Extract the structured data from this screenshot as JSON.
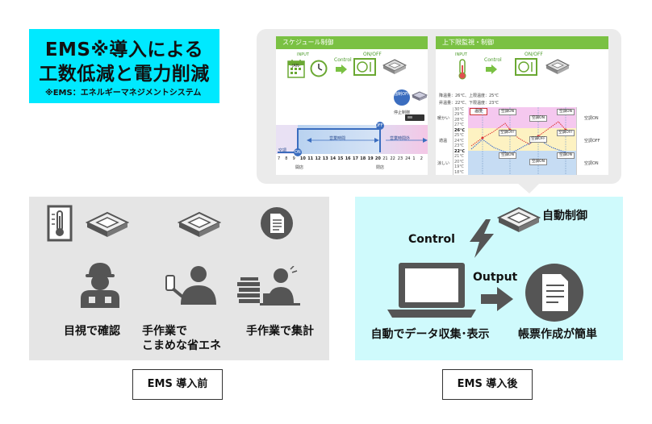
{
  "title": {
    "line1": "EMS※導入による",
    "line2": "工数低減と電力削減",
    "note": "※EMS：エネルギーマネジメントシステム"
  },
  "dashboard": {
    "schedule_panel": {
      "title": "スケジュール制御",
      "input_label": "INPUT",
      "calendar_text": "-JAN-",
      "control_label": "Control",
      "onoff_label": "ON/OFF",
      "forced_off": "強制OFF",
      "stop_control": "停止制御",
      "on_marker": "ON",
      "off_marker": "OFF",
      "ac_label": "空調",
      "business_hours": "営業時間",
      "outside_hours": "営業時間外",
      "hours": [
        "7",
        "8",
        "9",
        "10",
        "11",
        "12",
        "13",
        "14",
        "15",
        "16",
        "17",
        "18",
        "19",
        "20",
        "21",
        "22",
        "23",
        "24",
        "1",
        "2"
      ],
      "open_label": "開店",
      "close_label": "閉店"
    },
    "limit_panel": {
      "title": "上下限監視・制御",
      "input_label": "INPUT",
      "control_label": "Control",
      "onoff_label": "ON/OFF",
      "cond_upper": "降温量：26℃、上限温度：25℃",
      "cond_lower": "昇温量：22℃、下限温度：23℃",
      "temp_badge": "温度",
      "zones": [
        "暖かい",
        "適温",
        "涼しい"
      ],
      "zone_actions": [
        "空調ON",
        "空調OFF",
        "空調ON"
      ],
      "temps": [
        "30℃",
        "29℃",
        "28℃",
        "27℃",
        "26℃",
        "25℃",
        "24℃",
        "23℃",
        "22℃",
        "21℃",
        "20℃",
        "19℃",
        "18℃"
      ],
      "cell_tags": [
        "空調ON",
        "空調ON",
        "空調ON",
        "空調OFF",
        "空調OFF",
        "空調OFF",
        "空調ON",
        "空調ON",
        "空調ON"
      ]
    }
  },
  "before": {
    "items": [
      "目視で確認",
      "手作業で\nこまめな省エネ",
      "手作業で集計"
    ],
    "label": "EMS 導入前"
  },
  "after": {
    "control_label": "Control",
    "output_label": "Output",
    "auto_control": "自動制御",
    "items": [
      "自動でデータ収集･表示",
      "帳票作成が簡単"
    ],
    "label": "EMS 導入後"
  },
  "colors": {
    "title_bg": "#00e9ff",
    "after_bg": "#cffafc",
    "before_bg": "#e5e5e5",
    "bubble_bg": "#ebebeb",
    "panel_green": "#7ac143",
    "icon_gray": "#555555"
  }
}
